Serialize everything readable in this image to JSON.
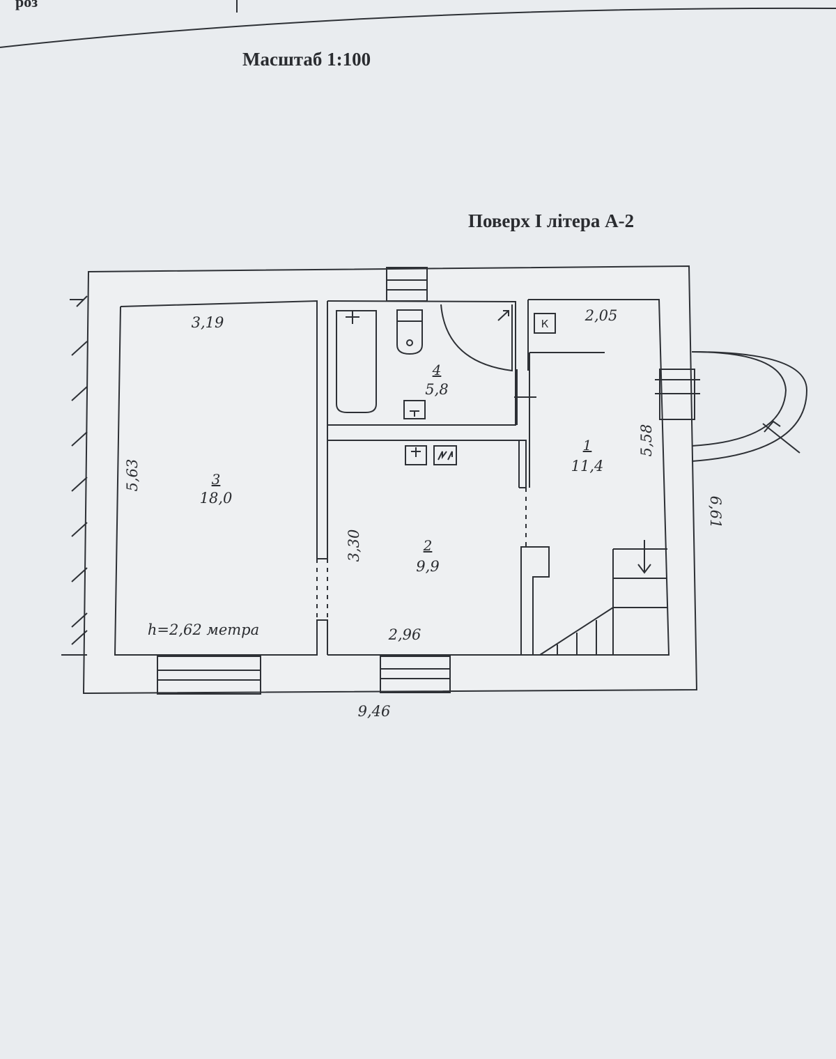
{
  "header_fragment": "роз",
  "scale_label": "Масштаб 1:100",
  "floor_label": "Поверх І літера А-2",
  "ceiling_height": "h=2,62 метра",
  "rooms": [
    {
      "number": "1",
      "area": "11,4"
    },
    {
      "number": "2",
      "area": "9,9"
    },
    {
      "number": "3",
      "area": "18,0"
    },
    {
      "number": "4",
      "area": "5,8"
    }
  ],
  "dimensions": {
    "room3_width": "3,19",
    "room3_depth": "5,63",
    "room2_depth": "3,30",
    "room2_width": "2,96",
    "room1_width": "2,05",
    "room1_depth": "5,58",
    "outer_width": "9,46",
    "outer_depth": "6,61"
  },
  "chimney_label": "К",
  "colors": {
    "background": "#e9ecef",
    "ink": "#2a2c30"
  }
}
